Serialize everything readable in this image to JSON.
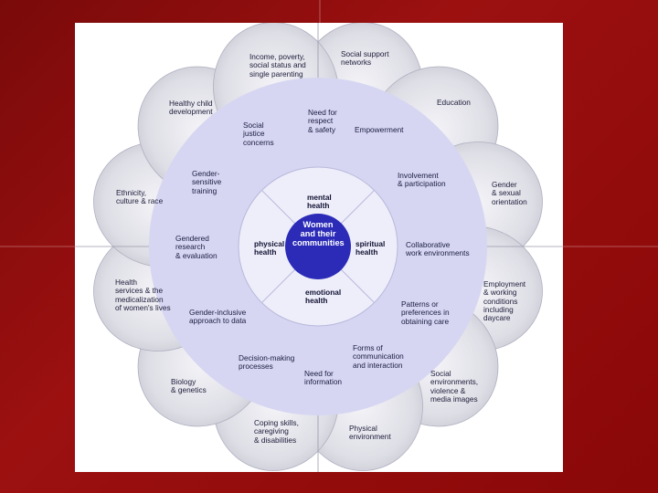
{
  "center": {
    "text": "Women\nand their\ncommunities",
    "color": "#2b2bb8"
  },
  "quadrants": {
    "top": "mental\nhealth",
    "right": "spiritual\nhealth",
    "bottom": "emotional\nhealth",
    "left": "physical\nhealth"
  },
  "middle_ring": [
    "Need for\nrespect\n& safety",
    "Empowerment",
    "Involvement\n& participation",
    "Collaborative\nwork environments",
    "Patterns or\npreferences in\nobtaining care",
    "Forms of\ncommunication\nand interaction",
    "Need for\ninformation",
    "Decision-making\nprocesses",
    "Gender-inclusive\napproach to data",
    "Gendered\nresearch\n& evaluation",
    "Gender-\nsensitive\ntraining",
    "Social\njustice\nconcerns"
  ],
  "outer_petals": [
    "Income, poverty,\nsocial status and\nsingle parenting",
    "Social support\nnetworks",
    "Education",
    "Gender\n& sexual\norientation",
    "Employment\n& working\nconditions\nincluding\ndaycare",
    "Social\nenvironments,\nviolence &\nmedia images",
    "Physical\nenvironment",
    "Coping skills,\ncaregiving\n& disabilities",
    "Biology\n& genetics",
    "Health\nservices & the\nmedicalization\nof women's lives",
    "Ethnicity,\nculture & race",
    "Healthy child\ndevelopment"
  ],
  "colors": {
    "slide_background": "#8a0a0a",
    "petal_fill": "#e4e4ec",
    "ring_fill": "#d6d6f2",
    "center_fill": "#2b2bb8"
  }
}
